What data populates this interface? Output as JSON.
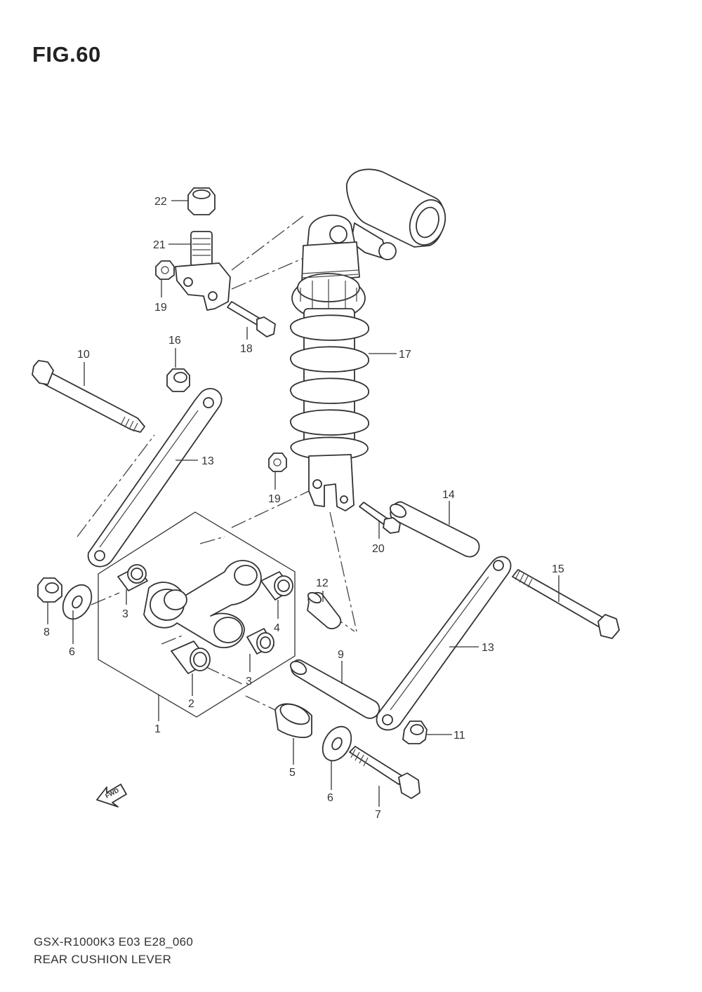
{
  "figure": {
    "title": "FIG.60",
    "footer_code": "GSX-R1000K3 E03 E28_060",
    "footer_name": "REAR CUSHION LEVER",
    "fwd_label": "FWD"
  },
  "callouts": [
    "22",
    "21",
    "19",
    "18",
    "17",
    "16",
    "10",
    "13",
    "19",
    "20",
    "14",
    "15",
    "12",
    "3",
    "4",
    "8",
    "6",
    "3",
    "9",
    "13",
    "2",
    "1",
    "11",
    "5",
    "6",
    "7"
  ],
  "colors": {
    "line": "#333333",
    "background": "#ffffff"
  }
}
